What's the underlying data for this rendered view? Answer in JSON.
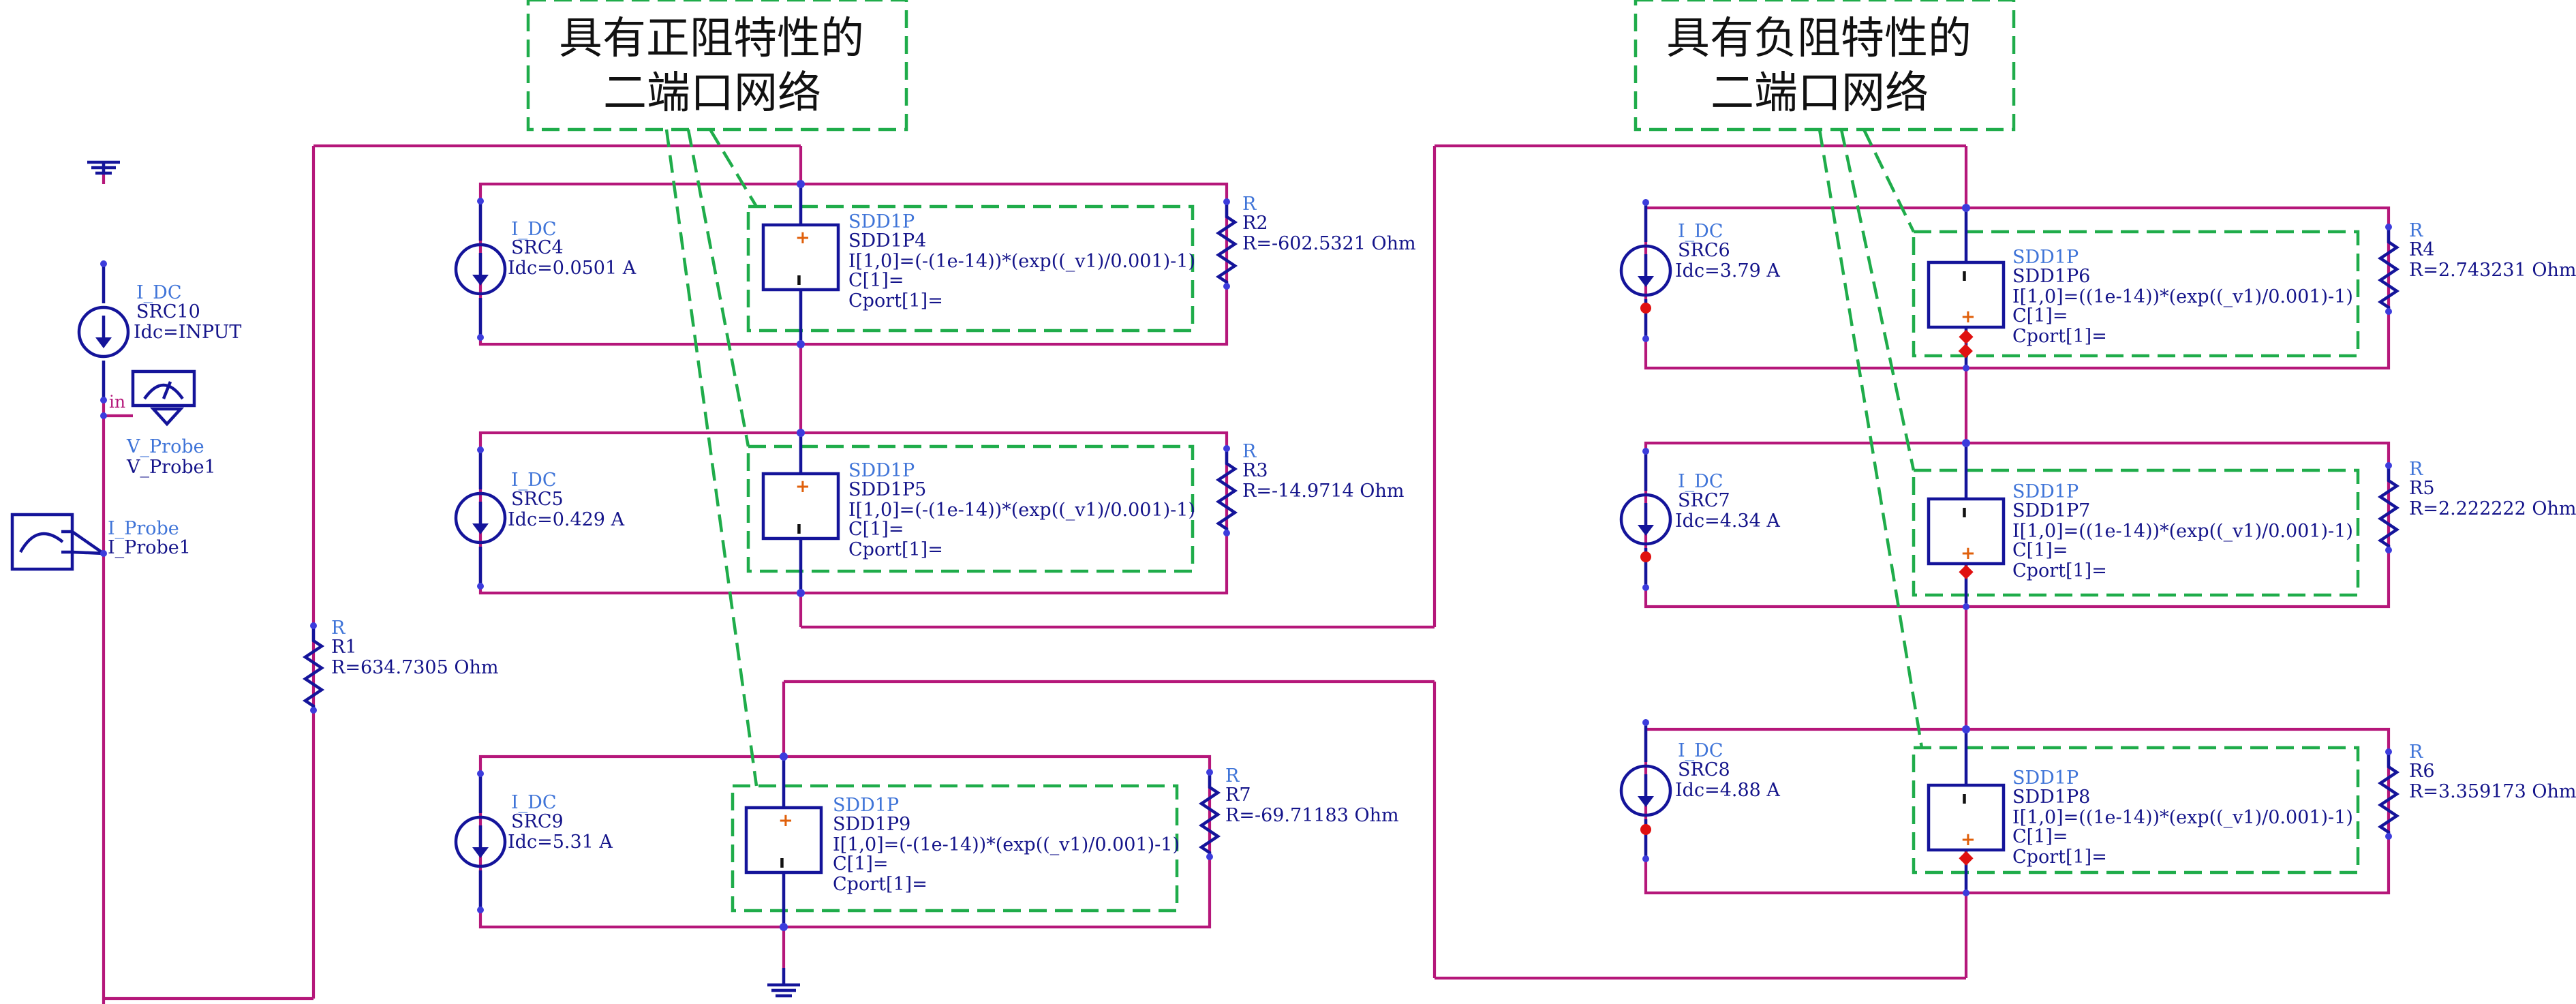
{
  "titles": {
    "positive_line1": "具有正阻特性的",
    "positive_line2": "二端口网络",
    "negative_line1": "具有负阻特性的",
    "negative_line2": "二端口网络"
  },
  "sources": {
    "src10": {
      "type": "I_DC",
      "name": "SRC10",
      "value": "Idc=INPUT"
    },
    "src4": {
      "type": "I_DC",
      "name": "SRC4",
      "value": "Idc=0.0501 A"
    },
    "src5": {
      "type": "I_DC",
      "name": "SRC5",
      "value": "Idc=0.429 A"
    },
    "src9": {
      "type": "I_DC",
      "name": "SRC9",
      "value": "Idc=5.31 A"
    },
    "src6": {
      "type": "I_DC",
      "name": "SRC6",
      "value": "Idc=3.79 A"
    },
    "src7": {
      "type": "I_DC",
      "name": "SRC7",
      "value": "Idc=4.34 A"
    },
    "src8": {
      "type": "I_DC",
      "name": "SRC8",
      "value": "Idc=4.88 A"
    }
  },
  "resistors": {
    "r1": {
      "type": "R",
      "name": "R1",
      "value": "R=634.7305 Ohm"
    },
    "r2": {
      "type": "R",
      "name": "R2",
      "value": "R=-602.5321 Ohm"
    },
    "r3": {
      "type": "R",
      "name": "R3",
      "value": "R=-14.9714 Ohm"
    },
    "r7": {
      "type": "R",
      "name": "R7",
      "value": "R=-69.71183 Ohm"
    },
    "r4": {
      "type": "R",
      "name": "R4",
      "value": "R=2.743231 Ohm"
    },
    "r5": {
      "type": "R",
      "name": "R5",
      "value": "R=2.222222 Ohm"
    },
    "r6": {
      "type": "R",
      "name": "R6",
      "value": "R=3.359173 Ohm"
    }
  },
  "sdd": {
    "p4": {
      "type": "SDD1P",
      "name": "SDD1P4",
      "eq": "I[1,0]=(-(1e-14))*(exp((_v1)/0.001)-1)",
      "c": "C[1]=",
      "cport": "Cport[1]="
    },
    "p5": {
      "type": "SDD1P",
      "name": "SDD1P5",
      "eq": "I[1,0]=(-(1e-14))*(exp((_v1)/0.001)-1)",
      "c": "C[1]=",
      "cport": "Cport[1]="
    },
    "p9": {
      "type": "SDD1P",
      "name": "SDD1P9",
      "eq": "I[1,0]=(-(1e-14))*(exp((_v1)/0.001)-1)",
      "c": "C[1]=",
      "cport": "Cport[1]="
    },
    "p6": {
      "type": "SDD1P",
      "name": "SDD1P6",
      "eq": "I[1,0]=((1e-14))*(exp((_v1)/0.001)-1)",
      "c": "C[1]=",
      "cport": "Cport[1]="
    },
    "p7": {
      "type": "SDD1P",
      "name": "SDD1P7",
      "eq": "I[1,0]=((1e-14))*(exp((_v1)/0.001)-1)",
      "c": "C[1]=",
      "cport": "Cport[1]="
    },
    "p8": {
      "type": "SDD1P",
      "name": "SDD1P8",
      "eq": "I[1,0]=((1e-14))*(exp((_v1)/0.001)-1)",
      "c": "C[1]=",
      "cport": "Cport[1]="
    }
  },
  "probes": {
    "vprobe": {
      "type": "V_Probe",
      "name": "V_Probe1",
      "pin": "in"
    },
    "iprobe": {
      "type": "I_Probe",
      "name": "I_Probe1"
    }
  },
  "colors": {
    "wire": "#b5177a",
    "component": "#14149a",
    "dashed_box": "#1fac4a",
    "type_label": "#3f74d8"
  }
}
